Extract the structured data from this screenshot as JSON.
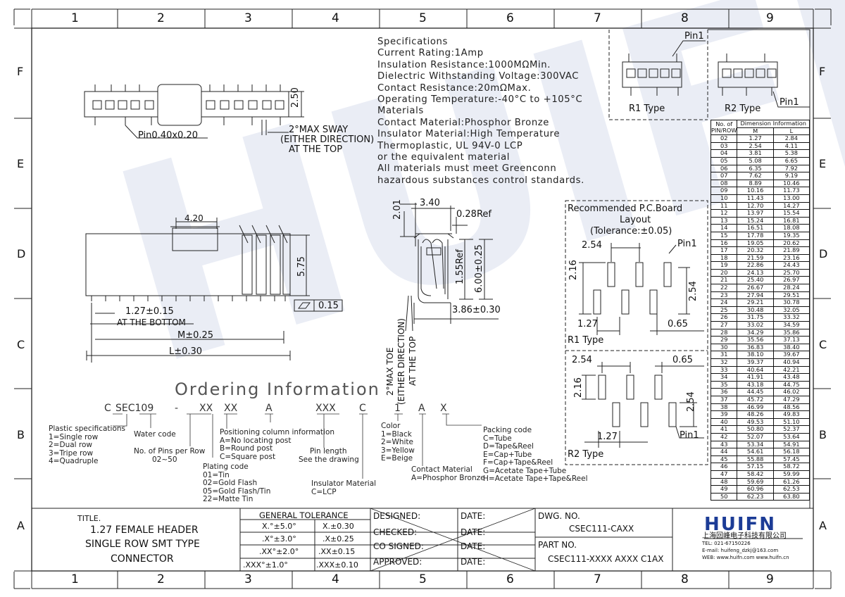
{
  "grid": {
    "columns": [
      "1",
      "2",
      "3",
      "4",
      "5",
      "6",
      "7",
      "8",
      "9"
    ],
    "rows": [
      "F",
      "E",
      "D",
      "C",
      "B",
      "A"
    ]
  },
  "specifications": {
    "lines": [
      "Specifications",
      "Current Rating:1Amp",
      "Insulation Resistance:1000MΩMin.",
      "Dielectric Withstanding Voltage:300VAC",
      "Contact Resistance:20mΩMax.",
      "Operating Temperature:-40°C to +105°C",
      "Materials",
      "Contact Material:Phosphor Bronze",
      "Insulator Material:High Temperature",
      "Thermoplastic, UL 94V-0 LCP",
      "or the equivalent material",
      "All materials must meet Greenconn",
      "hazardous substances control standards."
    ]
  },
  "top_view": {
    "height_dim": "2.50",
    "pin_label": "Pin0.40x0.20",
    "sway_lines": [
      "2°MAX SWAY",
      "(EITHER DIRECTION)",
      "AT THE TOP"
    ]
  },
  "side_view": {
    "dim_top": "4.20",
    "dim_height": "5.75",
    "flatness": "0.15",
    "pitch": "1.27±0.15",
    "pitch_note": "AT THE BOTTOM",
    "dim_m": "M±0.25",
    "dim_l": "L±0.30"
  },
  "end_view": {
    "dim_201": "2.01",
    "dim_340": "3.40",
    "ref_028": "0.28Ref",
    "dim_600": "6.00±0.25",
    "ref_155": "1.55Ref",
    "dim_386": "3.86±0.30",
    "toe_lines": [
      "2°MAX TOE",
      "(EITHER DIRECTION)",
      "AT THE TOP"
    ]
  },
  "types": {
    "r1": {
      "label": "R1 Type",
      "pin": "Pin1"
    },
    "r2": {
      "label": "R2 Type",
      "pin": "Pin1"
    }
  },
  "pcb_layout": {
    "title_lines": [
      "Recommended P.C.Board",
      "Layout",
      "(Tolerance:±0.05)"
    ],
    "r1": {
      "pitch": "2.54",
      "pin": "Pin1",
      "h": "2.16",
      "v": "2.54",
      "w": "1.27",
      "pad": "0.65",
      "label": "R1 Type"
    },
    "r2": {
      "pitch": "2.54",
      "pad": "0.65",
      "h": "2.16",
      "v": "2.54",
      "w": "1.27",
      "pin": "Pin1",
      "label": "R2 Type"
    }
  },
  "dimension_table": {
    "header_no": [
      "No. of",
      "PIN/ROW"
    ],
    "header_dim": "Dimension Information",
    "col_m": "M",
    "col_l": "L",
    "rows": [
      [
        "02",
        "1.27",
        "2.84"
      ],
      [
        "03",
        "2.54",
        "4.11"
      ],
      [
        "04",
        "3.81",
        "5.38"
      ],
      [
        "05",
        "5.08",
        "6.65"
      ],
      [
        "06",
        "6.35",
        "7.92"
      ],
      [
        "07",
        "7.62",
        "9.19"
      ],
      [
        "08",
        "8.89",
        "10.46"
      ],
      [
        "09",
        "10.16",
        "11.73"
      ],
      [
        "10",
        "11.43",
        "13.00"
      ],
      [
        "11",
        "12.70",
        "14.27"
      ],
      [
        "12",
        "13.97",
        "15.54"
      ],
      [
        "13",
        "15.24",
        "16.81"
      ],
      [
        "14",
        "16.51",
        "18.08"
      ],
      [
        "15",
        "17.78",
        "19.35"
      ],
      [
        "16",
        "19.05",
        "20.62"
      ],
      [
        "17",
        "20.32",
        "21.89"
      ],
      [
        "18",
        "21.59",
        "23.16"
      ],
      [
        "19",
        "22.86",
        "24.43"
      ],
      [
        "20",
        "24.13",
        "25.70"
      ],
      [
        "21",
        "25.40",
        "26.97"
      ],
      [
        "22",
        "26.67",
        "28.24"
      ],
      [
        "23",
        "27.94",
        "29.51"
      ],
      [
        "24",
        "29.21",
        "30.78"
      ],
      [
        "25",
        "30.48",
        "32.05"
      ],
      [
        "26",
        "31.75",
        "33.32"
      ],
      [
        "27",
        "33.02",
        "34.59"
      ],
      [
        "28",
        "34.29",
        "35.86"
      ],
      [
        "29",
        "35.56",
        "37.13"
      ],
      [
        "30",
        "36.83",
        "38.40"
      ],
      [
        "31",
        "38.10",
        "39.67"
      ],
      [
        "32",
        "39.37",
        "40.94"
      ],
      [
        "33",
        "40.64",
        "42.21"
      ],
      [
        "34",
        "41.91",
        "43.48"
      ],
      [
        "35",
        "43.18",
        "44.75"
      ],
      [
        "36",
        "44.45",
        "46.02"
      ],
      [
        "37",
        "45.72",
        "47.29"
      ],
      [
        "38",
        "46.99",
        "48.56"
      ],
      [
        "39",
        "48.26",
        "49.83"
      ],
      [
        "40",
        "49.53",
        "51.10"
      ],
      [
        "41",
        "50.80",
        "52.37"
      ],
      [
        "42",
        "52.07",
        "53.64"
      ],
      [
        "43",
        "53.34",
        "54.91"
      ],
      [
        "44",
        "54.61",
        "56.18"
      ],
      [
        "45",
        "55.88",
        "57.45"
      ],
      [
        "46",
        "57.15",
        "58.72"
      ],
      [
        "47",
        "58.42",
        "59.99"
      ],
      [
        "48",
        "59.69",
        "61.26"
      ],
      [
        "49",
        "60.96",
        "62.53"
      ],
      [
        "50",
        "62.23",
        "63.80"
      ]
    ]
  },
  "ordering": {
    "title": "Ordering Information",
    "code": [
      "C",
      "SEC109",
      "-",
      "XX",
      "XX",
      "A",
      "XXX",
      "C",
      "1",
      "A",
      "X"
    ],
    "plastic": [
      "Plastic specifications",
      "1=Single row",
      "2=Dual row",
      "3=Tripe row",
      "4=Quadruple"
    ],
    "water": [
      "Water code"
    ],
    "pins": [
      "No. of Pins per Row",
      "02~50"
    ],
    "plating": [
      "Plating code",
      "01=Tin",
      "02=Gold Flash",
      "05=Gold Flash/Tin",
      "22=Matte Tin"
    ],
    "positioning": [
      "Positioning column information",
      "A=No locating post",
      "B=Round post",
      "C=Square post"
    ],
    "pin_length": [
      "Pin length",
      "See the drawing"
    ],
    "insulator": [
      "Insulator Material",
      "C=LCP"
    ],
    "color": [
      "Color",
      "1=Black",
      "2=White",
      "3=Yellow",
      "E=Beige"
    ],
    "contact": [
      "Contact Material",
      "A=Phosphor Bronze"
    ],
    "packing": [
      "Packing code",
      "C=Tube",
      "D=Tape&Reel",
      "E=Cap+Tube",
      "F=Cap+Tape&Reel",
      "G=Acetate Tape+Tube",
      "H=Acetate Tape+Tape&Reel"
    ]
  },
  "title_block": {
    "title_label": "TITLE.",
    "title_lines": [
      "1.27 FEMALE HEADER",
      "SINGLE ROW SMT TYPE",
      "CONNECTOR"
    ],
    "tolerance_header": "GENERAL TOLERANCE",
    "tolerance": [
      [
        "X.°±5.0°",
        "X.±0.30"
      ],
      [
        ".X°±3.0°",
        ".X±0.25"
      ],
      [
        ".XX°±2.0°",
        ".XX±0.15"
      ],
      [
        ".XXX°±1.0°",
        ".XXX±0.10"
      ]
    ],
    "signoff": [
      "DESIGNED:",
      "CHECKED:",
      "CO SIGNED:",
      "APPROVED:"
    ],
    "date_label": "DATE:",
    "dwg_label": "DWG. NO.",
    "dwg_no": "CSEC111-CAXX",
    "part_label": "PART NO.",
    "part_no": "CSEC111-XXXX AXXX C1AX",
    "company_logo": "HUIFN",
    "company_cn": "上海回峰电子科技有限公司",
    "tel": "TEL: 021-67150226",
    "email": "E-mail: huifeng_dzkj@163.com",
    "web": "WEB: www.huifn.com  www.huifn.cn"
  },
  "watermark": "HUIFN"
}
